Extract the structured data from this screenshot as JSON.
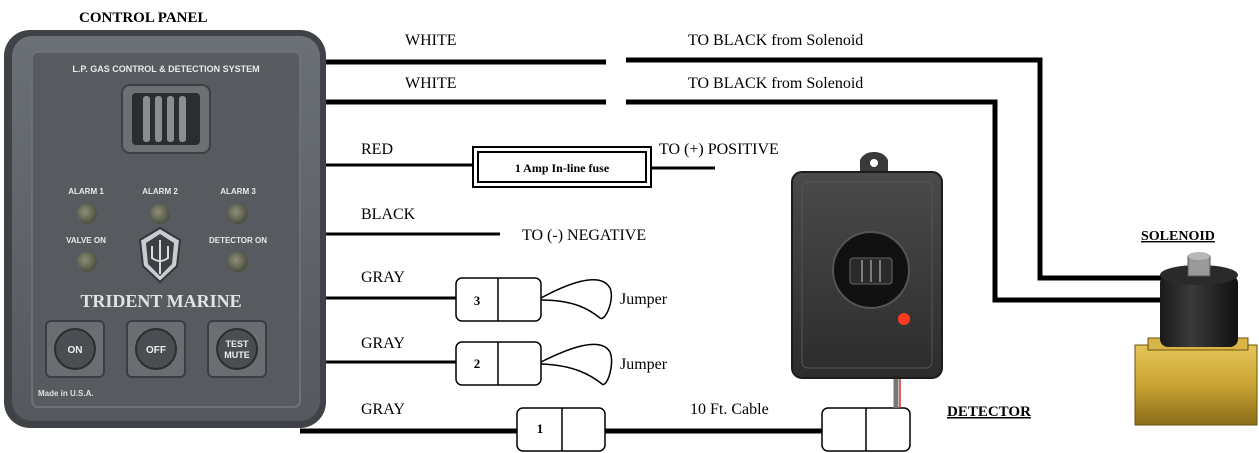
{
  "labels": {
    "control_panel": "CONTROL PANEL",
    "solenoid": "SOLENOID",
    "detector": "DETECTOR"
  },
  "panel": {
    "header": "L.P. GAS CONTROL & DETECTION SYSTEM",
    "alarm1": "ALARM 1",
    "alarm2": "ALARM 2",
    "alarm3": "ALARM 3",
    "valve_on": "VALVE ON",
    "detector_on": "DETECTOR ON",
    "brand": "TRIDENT MARINE",
    "btn_on": "ON",
    "btn_off": "OFF",
    "btn_test_1": "TEST",
    "btn_test_2": "MUTE",
    "made_in": "Made in U.S.A."
  },
  "wires": {
    "white1": "WHITE",
    "white2": "WHITE",
    "to_black_1": "TO BLACK from Solenoid",
    "to_black_2": "TO BLACK from Solenoid",
    "red": "RED",
    "fuse": "1 Amp In-line fuse",
    "positive": "TO (+) POSITIVE",
    "black": "BLACK",
    "negative": "TO (-) NEGATIVE",
    "gray1": "GRAY",
    "gray2": "GRAY",
    "gray3": "GRAY",
    "jumper1": "Jumper",
    "jumper2": "Jumper",
    "cable": "10 Ft. Cable"
  },
  "connectors": {
    "c3": "3",
    "c2": "2",
    "c1": "1"
  },
  "colors": {
    "wire": "#000000",
    "panel": "#5f6469",
    "led": "#707560",
    "detector_led": "#ff3b1f",
    "solenoid_brass": "#c9a434"
  }
}
